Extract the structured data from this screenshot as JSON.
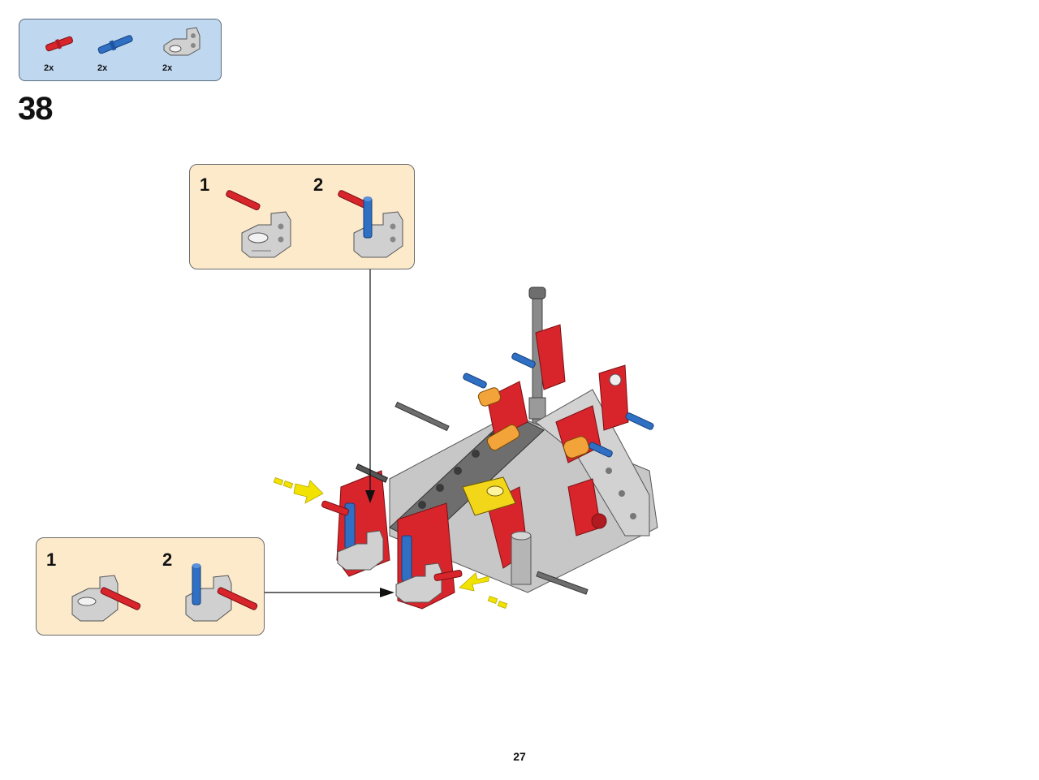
{
  "parts_list": {
    "items": [
      {
        "icon": "red-axle-pin-icon",
        "qty": "2x",
        "color": "#d8252c"
      },
      {
        "icon": "blue-axle-pin-icon",
        "qty": "2x",
        "color": "#2f6fc4"
      },
      {
        "icon": "gray-angle-connector-icon",
        "qty": "2x",
        "color": "#c7c7c7"
      }
    ]
  },
  "step": {
    "number": "38"
  },
  "callout_top": {
    "substeps": [
      {
        "number": "1"
      },
      {
        "number": "2"
      }
    ]
  },
  "callout_bottom": {
    "substeps": [
      {
        "number": "1"
      },
      {
        "number": "2"
      }
    ]
  },
  "colors": {
    "parts_callout_bg": "#bfd8f0",
    "sub_callout_bg": "#fdeacb",
    "lego_red": "#d8252c",
    "lego_blue": "#2f6fc4",
    "lego_gray": "#c7c7c7",
    "lego_dark_gray": "#6e6e6e",
    "lego_yellow": "#f2d61a",
    "lego_orange": "#f2a33a"
  },
  "page": {
    "number": "27"
  }
}
